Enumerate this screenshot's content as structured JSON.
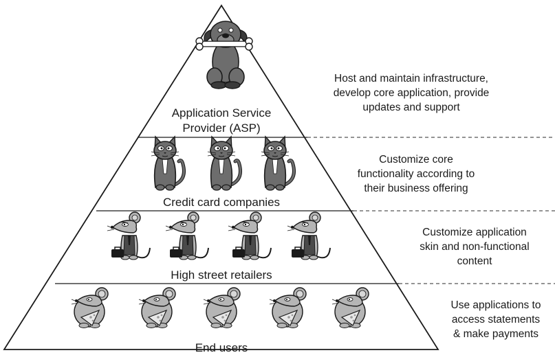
{
  "tiers": [
    {
      "id": "asp",
      "label_lines": [
        "Application Service",
        "Provider (ASP)"
      ],
      "figure": "dog-icon",
      "figure_count": 1,
      "description": "Host and maintain infrastructure,\ndevelop core application, provide\nupdates and support"
    },
    {
      "id": "credit-card",
      "label_lines": [
        "Credit card companies"
      ],
      "figure": "cat-icon",
      "figure_count": 3,
      "description": "Customize core\nfunctionality according to\ntheir business offering"
    },
    {
      "id": "retailers",
      "label_lines": [
        "High street retailers"
      ],
      "figure": "rat-with-briefcase-icon",
      "figure_count": 4,
      "description": "Customize application\nskin and non-functional\ncontent"
    },
    {
      "id": "end-users",
      "label_lines": [
        "End users"
      ],
      "figure": "mouse-with-cheese-icon",
      "figure_count": 5,
      "description": "Use applications to\naccess statements\n& make payments"
    }
  ],
  "colors": {
    "outline": "#1a1a1a",
    "pyramid_fill": "#ffffff",
    "figure_dark": "#6d6d6d",
    "figure_light": "#b5b5b5",
    "dashed_line": "#555555"
  }
}
